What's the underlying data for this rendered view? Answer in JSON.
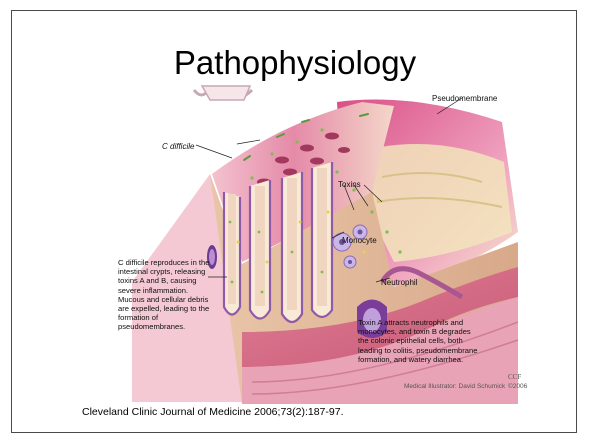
{
  "slide": {
    "title": "Pathophysiology",
    "citation": "Cleveland Clinic Journal of Medicine 2006;73(2):187-97."
  },
  "figure": {
    "labels": {
      "c_difficile": "C difficile",
      "pseudomembrane": "Pseudomembrane",
      "toxins": "Toxins",
      "monocyte": "Monocyte",
      "neutrophil": "Neutrophil"
    },
    "left_caption": "C difficile reproduces in the\nintestinal crypts, releasing\ntoxins A and B, causing\nsevere inflammation.\nMucous and cellular debris\nare expelled, leading to the\nformation of\npseudomembranes.",
    "right_caption": "Toxin A attracts neutrophils and\nmonocytes, and toxin B degrades\nthe colonic epithelial cells, both\nleading to colitis, pseudomembrane\nformation, and watery diarrhea.",
    "credit": "Medical Illustrator: David Schumick",
    "logo": "CCF",
    "copyright": "©2006"
  }
}
